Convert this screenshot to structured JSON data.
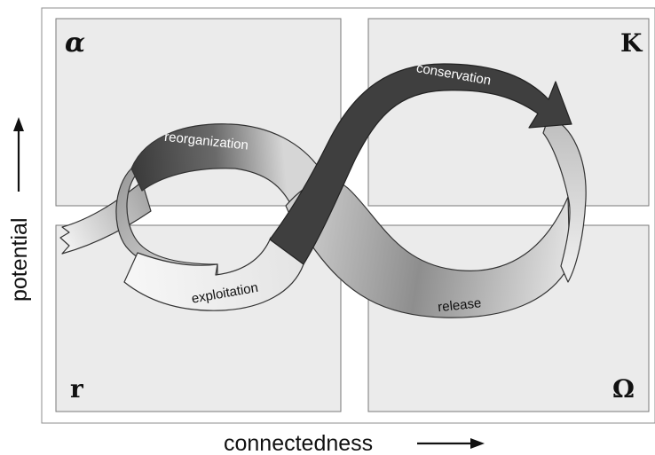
{
  "quadrants": {
    "top_left": "α",
    "top_right": "K",
    "bottom_left": "r",
    "bottom_right": "Ω"
  },
  "phases": {
    "reorganization": "reorganization",
    "conservation": "conservation",
    "exploitation": "exploitation",
    "release": "release"
  },
  "axes": {
    "y_label": "potential",
    "x_label": "connectedness"
  },
  "colors": {
    "panel": "#ebebeb",
    "dark_band": "#3f3f3f",
    "light_band": "#f3f3f3",
    "mid_band": "#a8a8a8"
  }
}
